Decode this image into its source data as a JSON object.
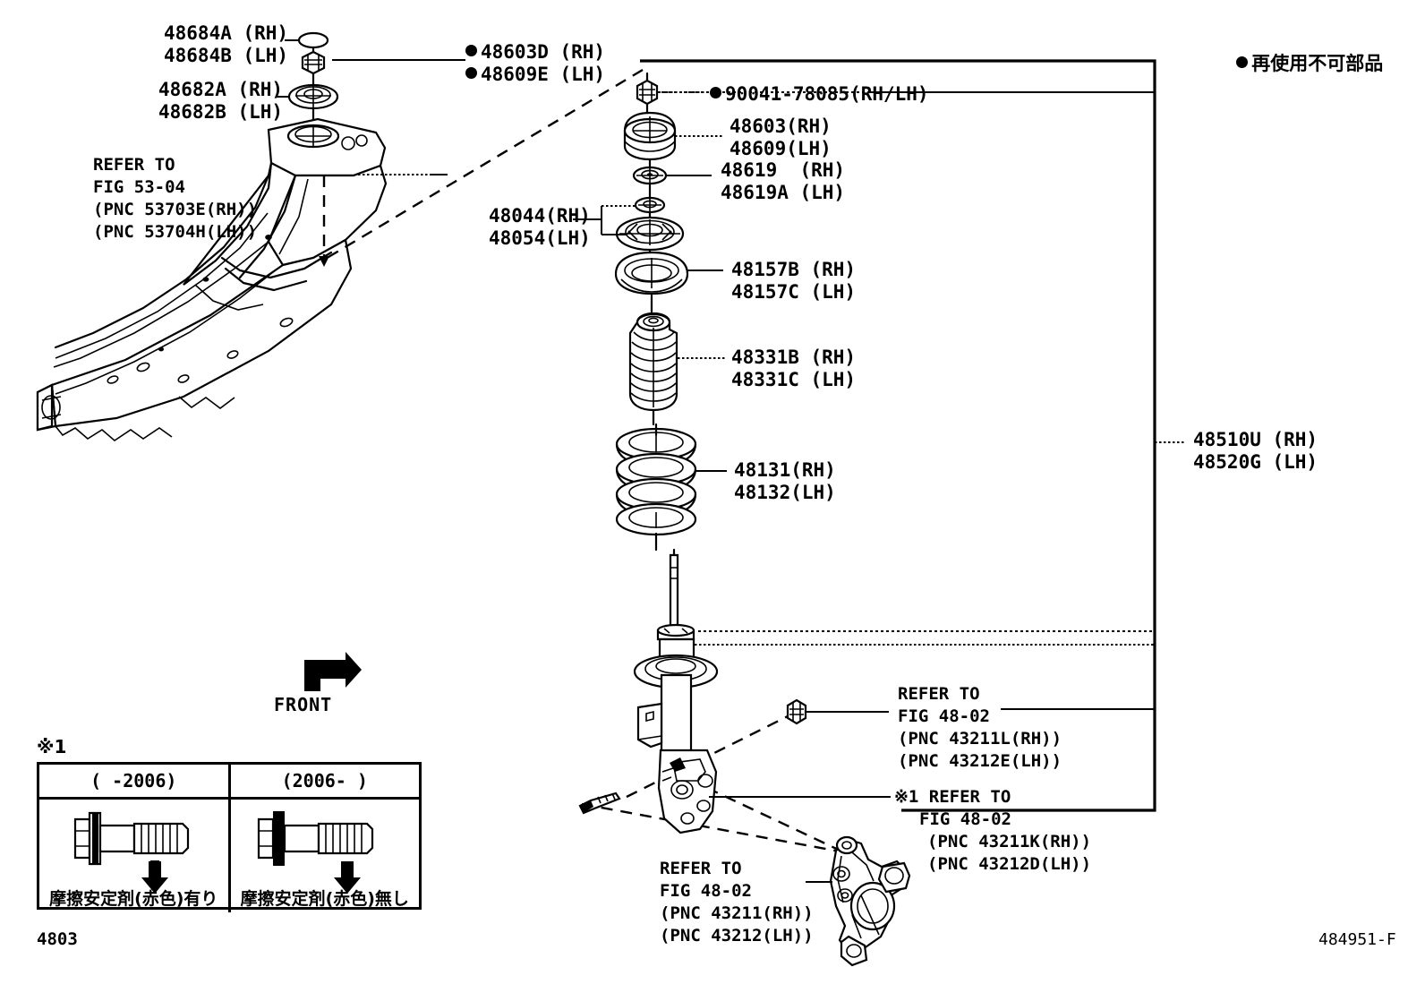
{
  "diagram": {
    "figure_code_bottom_left": "4803",
    "figure_code_bottom_right": "484951-F",
    "front_arrow_label": "FRONT"
  },
  "legend": {
    "symbol": "filled-circle",
    "text": "再使用不可部品"
  },
  "callouts": {
    "c48684": {
      "rh": "48684A (RH)",
      "lh": "48684B (LH)"
    },
    "c48682": {
      "rh": "48682A (RH)",
      "lh": "48682B (LH)"
    },
    "c48603d": {
      "rh": "48603D (RH)",
      "lh": "48609E (LH)"
    },
    "c90041": {
      "text": "90041-78085(RH/LH)"
    },
    "c48603": {
      "rh": "48603(RH)",
      "lh": "48609(LH)"
    },
    "c48619": {
      "rh": "48619  (RH)",
      "lh": "48619A (LH)"
    },
    "c48044": {
      "rh": "48044(RH)",
      "lh": "48054(LH)"
    },
    "c48157": {
      "rh": "48157B (RH)",
      "lh": "48157C (LH)"
    },
    "c48331": {
      "rh": "48331B (RH)",
      "lh": "48331C (LH)"
    },
    "c48131": {
      "rh": "48131(RH)",
      "lh": "48132(LH)"
    },
    "c48510": {
      "rh": "48510U (RH)",
      "lh": "48520G (LH)"
    }
  },
  "refer_blocks": {
    "frame": {
      "l1": "REFER TO",
      "l2": "FIG 53-04",
      "l3": "(PNC 53703E(RH))",
      "l4": "(PNC 53704H(LH))"
    },
    "knuckle_upper": {
      "l1": "REFER TO",
      "l2": "FIG 48-02",
      "l3": "(PNC 43211L(RH))",
      "l4": "(PNC 43212E(LH))"
    },
    "knuckle_note": {
      "l1": "※1 REFER TO",
      "l2": "FIG 48-02",
      "l3": "(PNC 43211K(RH))",
      "l4": "(PNC 43212D(LH))"
    },
    "knuckle_lower": {
      "l1": "REFER TO",
      "l2": "FIG 48-02",
      "l3": "(PNC 43211(RH))",
      "l4": "(PNC 43212(LH))"
    }
  },
  "note_table": {
    "marker": "※1",
    "columns": [
      {
        "header": "(    -2006)",
        "caption": "摩擦安定剤(赤色)有り"
      },
      {
        "header": "(2006-    )",
        "caption": "摩擦安定剤(赤色)無し"
      }
    ]
  }
}
